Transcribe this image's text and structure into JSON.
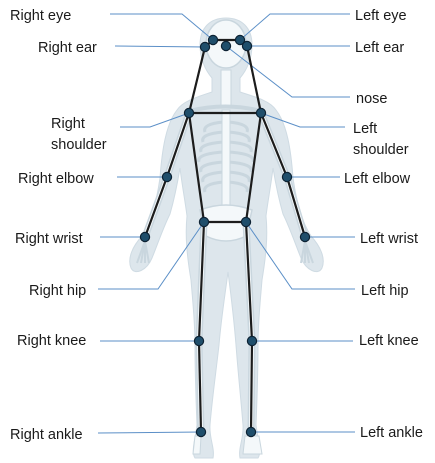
{
  "diagram": {
    "colors": {
      "body": "#dde6ec",
      "bone": "#f4f8fa",
      "bone_shade": "#c9d6de",
      "skeleton_line": "#1c1c1c",
      "joint_fill": "#1f4e6b",
      "joint_stroke": "#0d2233",
      "leader": "#5b8fc7"
    },
    "keypoints": [
      {
        "id": "right_eye",
        "label": "Right eye"
      },
      {
        "id": "left_eye",
        "label": "Left eye"
      },
      {
        "id": "right_ear",
        "label": "Right ear"
      },
      {
        "id": "left_ear",
        "label": "Left ear"
      },
      {
        "id": "nose",
        "label": "nose"
      },
      {
        "id": "right_shoulder",
        "label": "Right shoulder",
        "lines": [
          "Right",
          "shoulder"
        ]
      },
      {
        "id": "left_shoulder",
        "label": "Left shoulder",
        "lines": [
          "Left",
          "shoulder"
        ]
      },
      {
        "id": "right_elbow",
        "label": "Right elbow"
      },
      {
        "id": "left_elbow",
        "label": "Left elbow"
      },
      {
        "id": "right_wrist",
        "label": "Right wrist"
      },
      {
        "id": "left_wrist",
        "label": "Left wrist"
      },
      {
        "id": "right_hip",
        "label": "Right hip"
      },
      {
        "id": "left_hip",
        "label": "Left hip"
      },
      {
        "id": "right_knee",
        "label": "Right knee"
      },
      {
        "id": "left_knee",
        "label": "Left knee"
      },
      {
        "id": "right_ankle",
        "label": "Right ankle"
      },
      {
        "id": "left_ankle",
        "label": "Left ankle"
      }
    ],
    "connections": [
      [
        "left_eye",
        "right_eye"
      ],
      [
        "right_eye",
        "right_ear"
      ],
      [
        "left_eye",
        "left_ear"
      ],
      [
        "right_ear",
        "right_shoulder"
      ],
      [
        "left_ear",
        "left_shoulder"
      ],
      [
        "right_shoulder",
        "left_shoulder"
      ],
      [
        "right_shoulder",
        "right_elbow"
      ],
      [
        "right_elbow",
        "right_wrist"
      ],
      [
        "left_shoulder",
        "left_elbow"
      ],
      [
        "left_elbow",
        "left_wrist"
      ],
      [
        "right_shoulder",
        "right_hip"
      ],
      [
        "left_shoulder",
        "left_hip"
      ],
      [
        "right_hip",
        "left_hip"
      ],
      [
        "right_hip",
        "right_knee"
      ],
      [
        "right_knee",
        "right_ankle"
      ],
      [
        "left_hip",
        "left_knee"
      ],
      [
        "left_knee",
        "left_ankle"
      ]
    ]
  }
}
